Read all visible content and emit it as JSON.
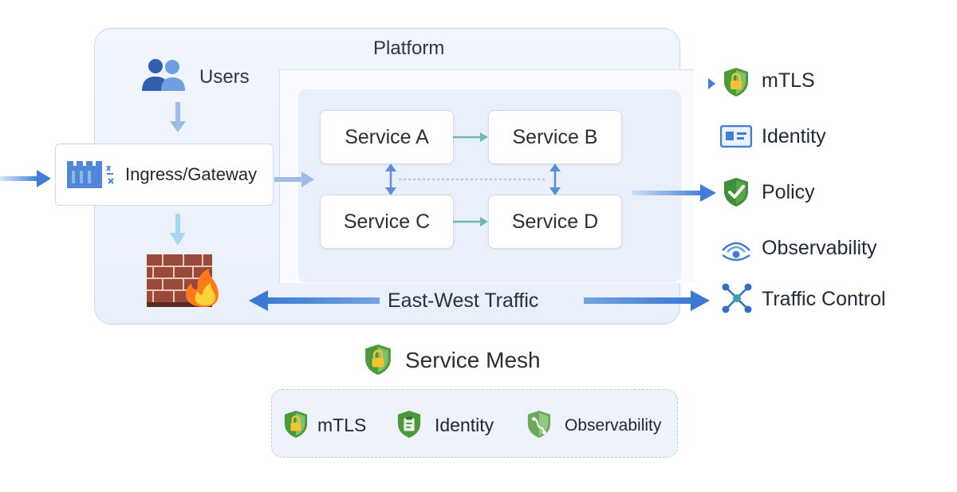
{
  "platform": {
    "title": "Platform"
  },
  "users": {
    "label": "Users"
  },
  "ingress": {
    "label": "Ingress/Gateway"
  },
  "services": {
    "a": "Service A",
    "b": "Service B",
    "c": "Service C",
    "d": "Service D"
  },
  "east_west": {
    "label": "East-West Traffic"
  },
  "features": [
    {
      "label": "mTLS",
      "icon": "shield-lock-icon"
    },
    {
      "label": "Identity",
      "icon": "id-card-icon"
    },
    {
      "label": "Policy",
      "icon": "shield-check-icon"
    },
    {
      "label": "Observability",
      "icon": "signal-eye-icon"
    },
    {
      "label": "Traffic Control",
      "icon": "network-nodes-icon"
    }
  ],
  "service_mesh": {
    "title": "Service Mesh",
    "items": [
      {
        "label": "mTLS",
        "icon": "shield-lock-icon"
      },
      {
        "label": "Identity",
        "icon": "clipboard-shield-icon"
      },
      {
        "label": "Observability",
        "icon": "route-shield-icon"
      }
    ]
  },
  "colors": {
    "arrow_blue": "#3f7ed6",
    "arrow_light": "#8fb4e6",
    "shield_green": "#4a9a3c",
    "accent_teal": "#3aa39a"
  }
}
